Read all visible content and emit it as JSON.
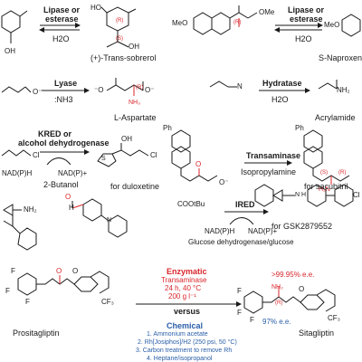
{
  "reactions": {
    "r1": {
      "enzyme": "Lipase or\nesterase",
      "enzyme_l1": "Lipase or",
      "enzyme_l2": "esterase",
      "reagent": "H2O",
      "product": "(+)-Trans-sobrerol",
      "label_R": "(R)",
      "label_S": "(S)"
    },
    "r2": {
      "enzyme_l1": "Lipase or",
      "enzyme_l2": "esterase",
      "reagent": "H2O",
      "product": "S-Naproxen",
      "label_R": "(R)",
      "sub_ome": "MeO",
      "sub_ome2": "OMe",
      "prod_meo": "MeO"
    },
    "r3": {
      "enzyme": "Lyase",
      "reagent": ":NH3",
      "product": "L-Aspartate",
      "label_R": "(R)"
    },
    "r4": {
      "enzyme": "Hydratase",
      "reagent": "H2O",
      "product": "Acrylamide"
    },
    "r5": {
      "enzyme_l1": "KRED or",
      "enzyme_l2": "alcohol dehydrogenase",
      "cof_l": "NAD(P)H",
      "cof_r": "NAD(P)+",
      "reagent": "2-Butanol",
      "product": "for duloxetine"
    },
    "r6": {
      "enzyme": "Transaminase",
      "reagent": "Isopropylamine",
      "product": "for sacubitril",
      "label_S": "(S)",
      "label_R": "(R)"
    },
    "r7": {
      "enzyme": "IRED",
      "cof_l": "NAD(P)H",
      "cof_r": "NAD(P)+",
      "reagent": "Glucose dehydrogenase/glucose",
      "product": "for GSK2879552",
      "ester": "COOtBu"
    },
    "r8": {
      "substrate": "Prositagliptin",
      "product": "Sitagliptin",
      "versus": "versus",
      "enzymatic_title": "Enzymatic",
      "enzymatic_lines": [
        "Transaminase",
        "24 h, 40 °C",
        "200 g l⁻¹"
      ],
      "chemical_title": "Chemical",
      "chemical_lines": [
        "1. Ammonium acetate",
        "2. Rh[Josiphos]/H2 (250 psi, 50 °C)",
        "3. Carbon treatment to remove Rh",
        "4. Heptane/isopropanol"
      ],
      "ee_enzymatic": ">99.95% e.e.",
      "ee_chemical": "97% e.e.",
      "label_R": "(R)"
    }
  },
  "colors": {
    "accent_red": "#d8262b",
    "accent_blue": "#2a5ea8",
    "ink": "#1a1a1a"
  }
}
